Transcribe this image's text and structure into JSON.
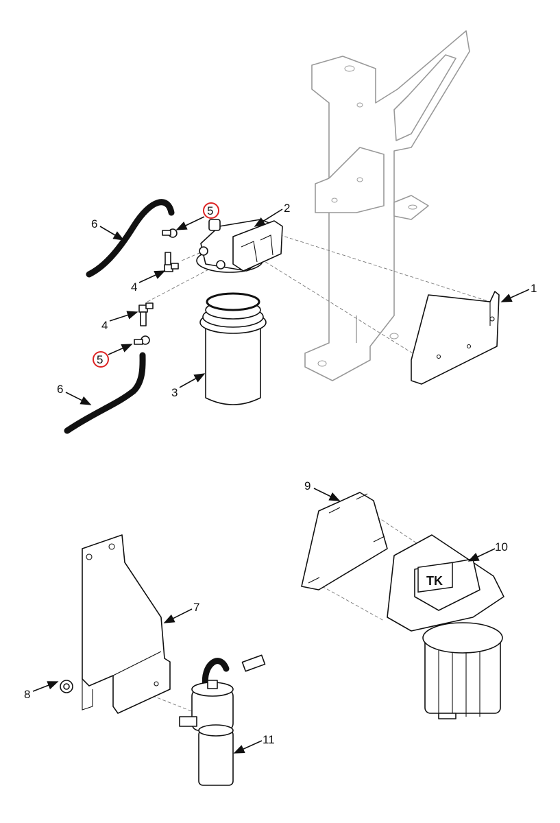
{
  "diagram": {
    "callouts": {
      "c1": "1",
      "c2": "2",
      "c3": "3",
      "c4a": "4",
      "c4b": "4",
      "c5a": "5",
      "c5b": "5",
      "c6a": "6",
      "c6b": "6",
      "c7": "7",
      "c8": "8",
      "c9": "9",
      "c10": "10",
      "c11": "11"
    },
    "highlight_color": "#dd2222",
    "logo_text": "TK"
  }
}
